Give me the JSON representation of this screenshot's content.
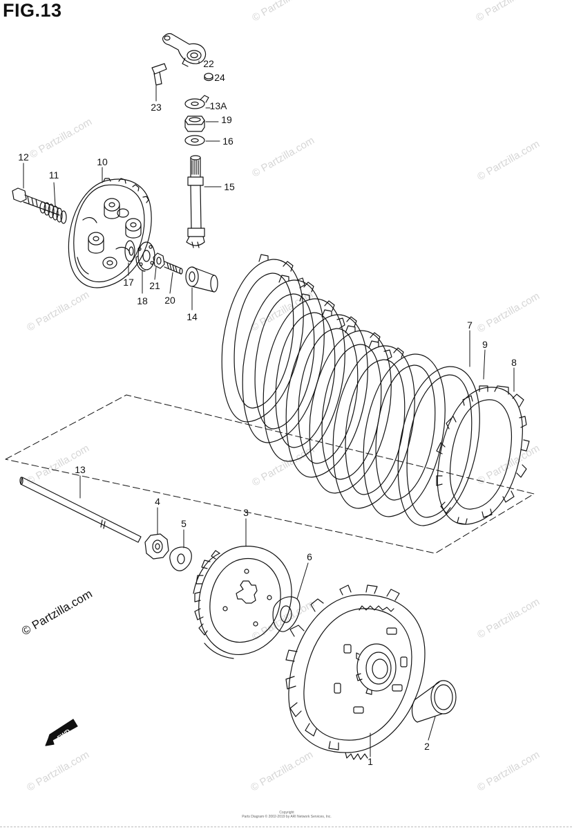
{
  "figure": {
    "title": "FIG.13"
  },
  "watermark": {
    "main_text": "© Partzilla.com",
    "repeat_text": "© Partzilla.com"
  },
  "copyright": {
    "line1": "Copyright",
    "line2": "Parts Diagram © 2002-2019 by ARI Network Services, Inc."
  },
  "direction_arrow": {
    "label": "FWD"
  },
  "callouts": [
    {
      "id": "22",
      "label": "22"
    },
    {
      "id": "24",
      "label": "24"
    },
    {
      "id": "23",
      "label": "23"
    },
    {
      "id": "13A",
      "label": "13A"
    },
    {
      "id": "19",
      "label": "19"
    },
    {
      "id": "16",
      "label": "16"
    },
    {
      "id": "15",
      "label": "15"
    },
    {
      "id": "12",
      "label": "12"
    },
    {
      "id": "11",
      "label": "11"
    },
    {
      "id": "10",
      "label": "10"
    },
    {
      "id": "17",
      "label": "17"
    },
    {
      "id": "18",
      "label": "18"
    },
    {
      "id": "21",
      "label": "21"
    },
    {
      "id": "20",
      "label": "20"
    },
    {
      "id": "14",
      "label": "14"
    },
    {
      "id": "7",
      "label": "7"
    },
    {
      "id": "9",
      "label": "9"
    },
    {
      "id": "8",
      "label": "8"
    },
    {
      "id": "13",
      "label": "13"
    },
    {
      "id": "4",
      "label": "4"
    },
    {
      "id": "5",
      "label": "5"
    },
    {
      "id": "3",
      "label": "3"
    },
    {
      "id": "6",
      "label": "6"
    },
    {
      "id": "2",
      "label": "2"
    },
    {
      "id": "1",
      "label": "1"
    }
  ],
  "colors": {
    "line": "#111111",
    "watermark": "#d6d6d6",
    "background": "#ffffff"
  }
}
